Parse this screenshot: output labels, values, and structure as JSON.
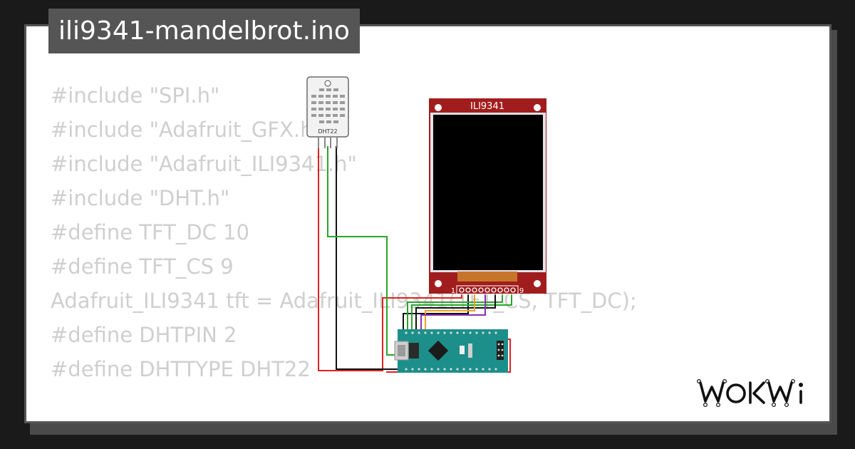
{
  "project": {
    "title": "ili9341-mandelbrot.ino"
  },
  "code_lines": [
    "#include \"SPI.h\"",
    "#include \"Adafruit_GFX.h\"",
    "#include \"Adafruit_ILI9341.h\"",
    "#include \"DHT.h\"",
    "",
    "#define TFT_DC 10",
    "#define TFT_CS 9",
    "Adafruit_ILI9341 tft = Adafruit_ILI9341(TFT_CS, TFT_DC);",
    "",
    "#define DHTPIN 2",
    "#define DHTTYPE DHT22"
  ],
  "parts": {
    "sensor_label": "DHT22",
    "display_label": "ILI9341",
    "display_pin_first": "1",
    "display_pin_last": "9"
  },
  "brand": {
    "logo_text": "WOKWi"
  },
  "colors": {
    "display_pcb": "#a11d1d",
    "arduino_pcb": "#1d8f8b",
    "wire_red": "#e02020",
    "wire_black": "#111111",
    "wire_green": "#2aa52a",
    "wire_orange": "#f0a020",
    "wire_purple": "#8b2fb5"
  }
}
